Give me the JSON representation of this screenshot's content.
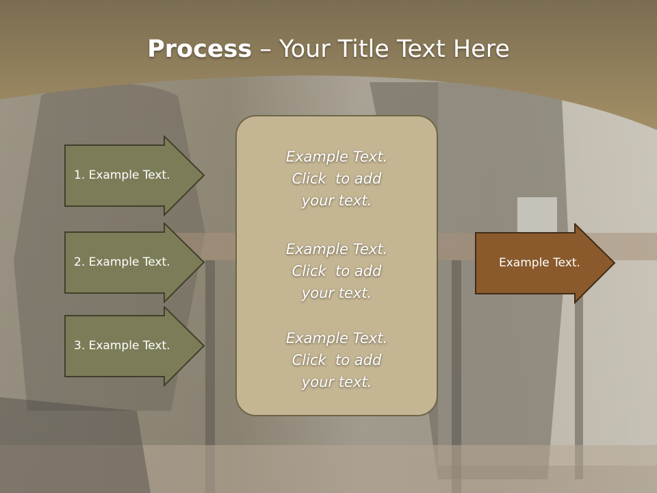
{
  "title": {
    "bold": "Process",
    "rest": " – Your Title Text Here"
  },
  "colors": {
    "title_band": "#8a7b5a",
    "left_arrows": "#7c7d58",
    "center_box": "#c4b593",
    "right_arrow": "#8a5a2c"
  },
  "left_arrows": [
    {
      "label": "1. Example Text."
    },
    {
      "label": "2. Example Text."
    },
    {
      "label": "3. Example Text."
    }
  ],
  "center_box": {
    "items": [
      {
        "line1": "Example Text.",
        "line2": "Click  to add",
        "line3": "your text."
      },
      {
        "line1": "Example Text.",
        "line2": "Click  to add",
        "line3": "your text."
      },
      {
        "line1": "Example Text.",
        "line2": "Click  to add",
        "line3": "your text."
      }
    ]
  },
  "right_arrow": {
    "label": "Example Text."
  }
}
